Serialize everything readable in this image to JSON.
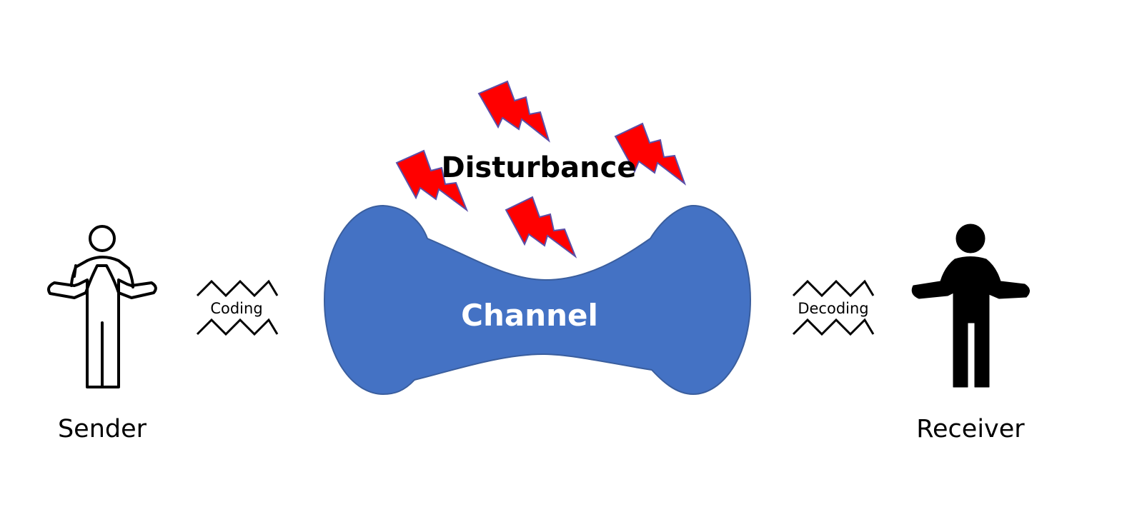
{
  "labels": {
    "sender": "Sender",
    "receiver": "Receiver",
    "coding": "Coding",
    "decoding": "Decoding",
    "disturbance": "Disturbance",
    "channel": "Channel"
  },
  "icons": {
    "sender": "person-outline-icon",
    "receiver": "person-filled-icon",
    "disturbance": "lightning-bolt-icon"
  },
  "colors": {
    "channel_fill": "#4472C4",
    "channel_stroke": "#3A5E9E",
    "bolt_fill": "#FF0000",
    "bolt_stroke": "#5A4FA8",
    "text": "#000000",
    "channel_text": "#FFFFFF"
  }
}
